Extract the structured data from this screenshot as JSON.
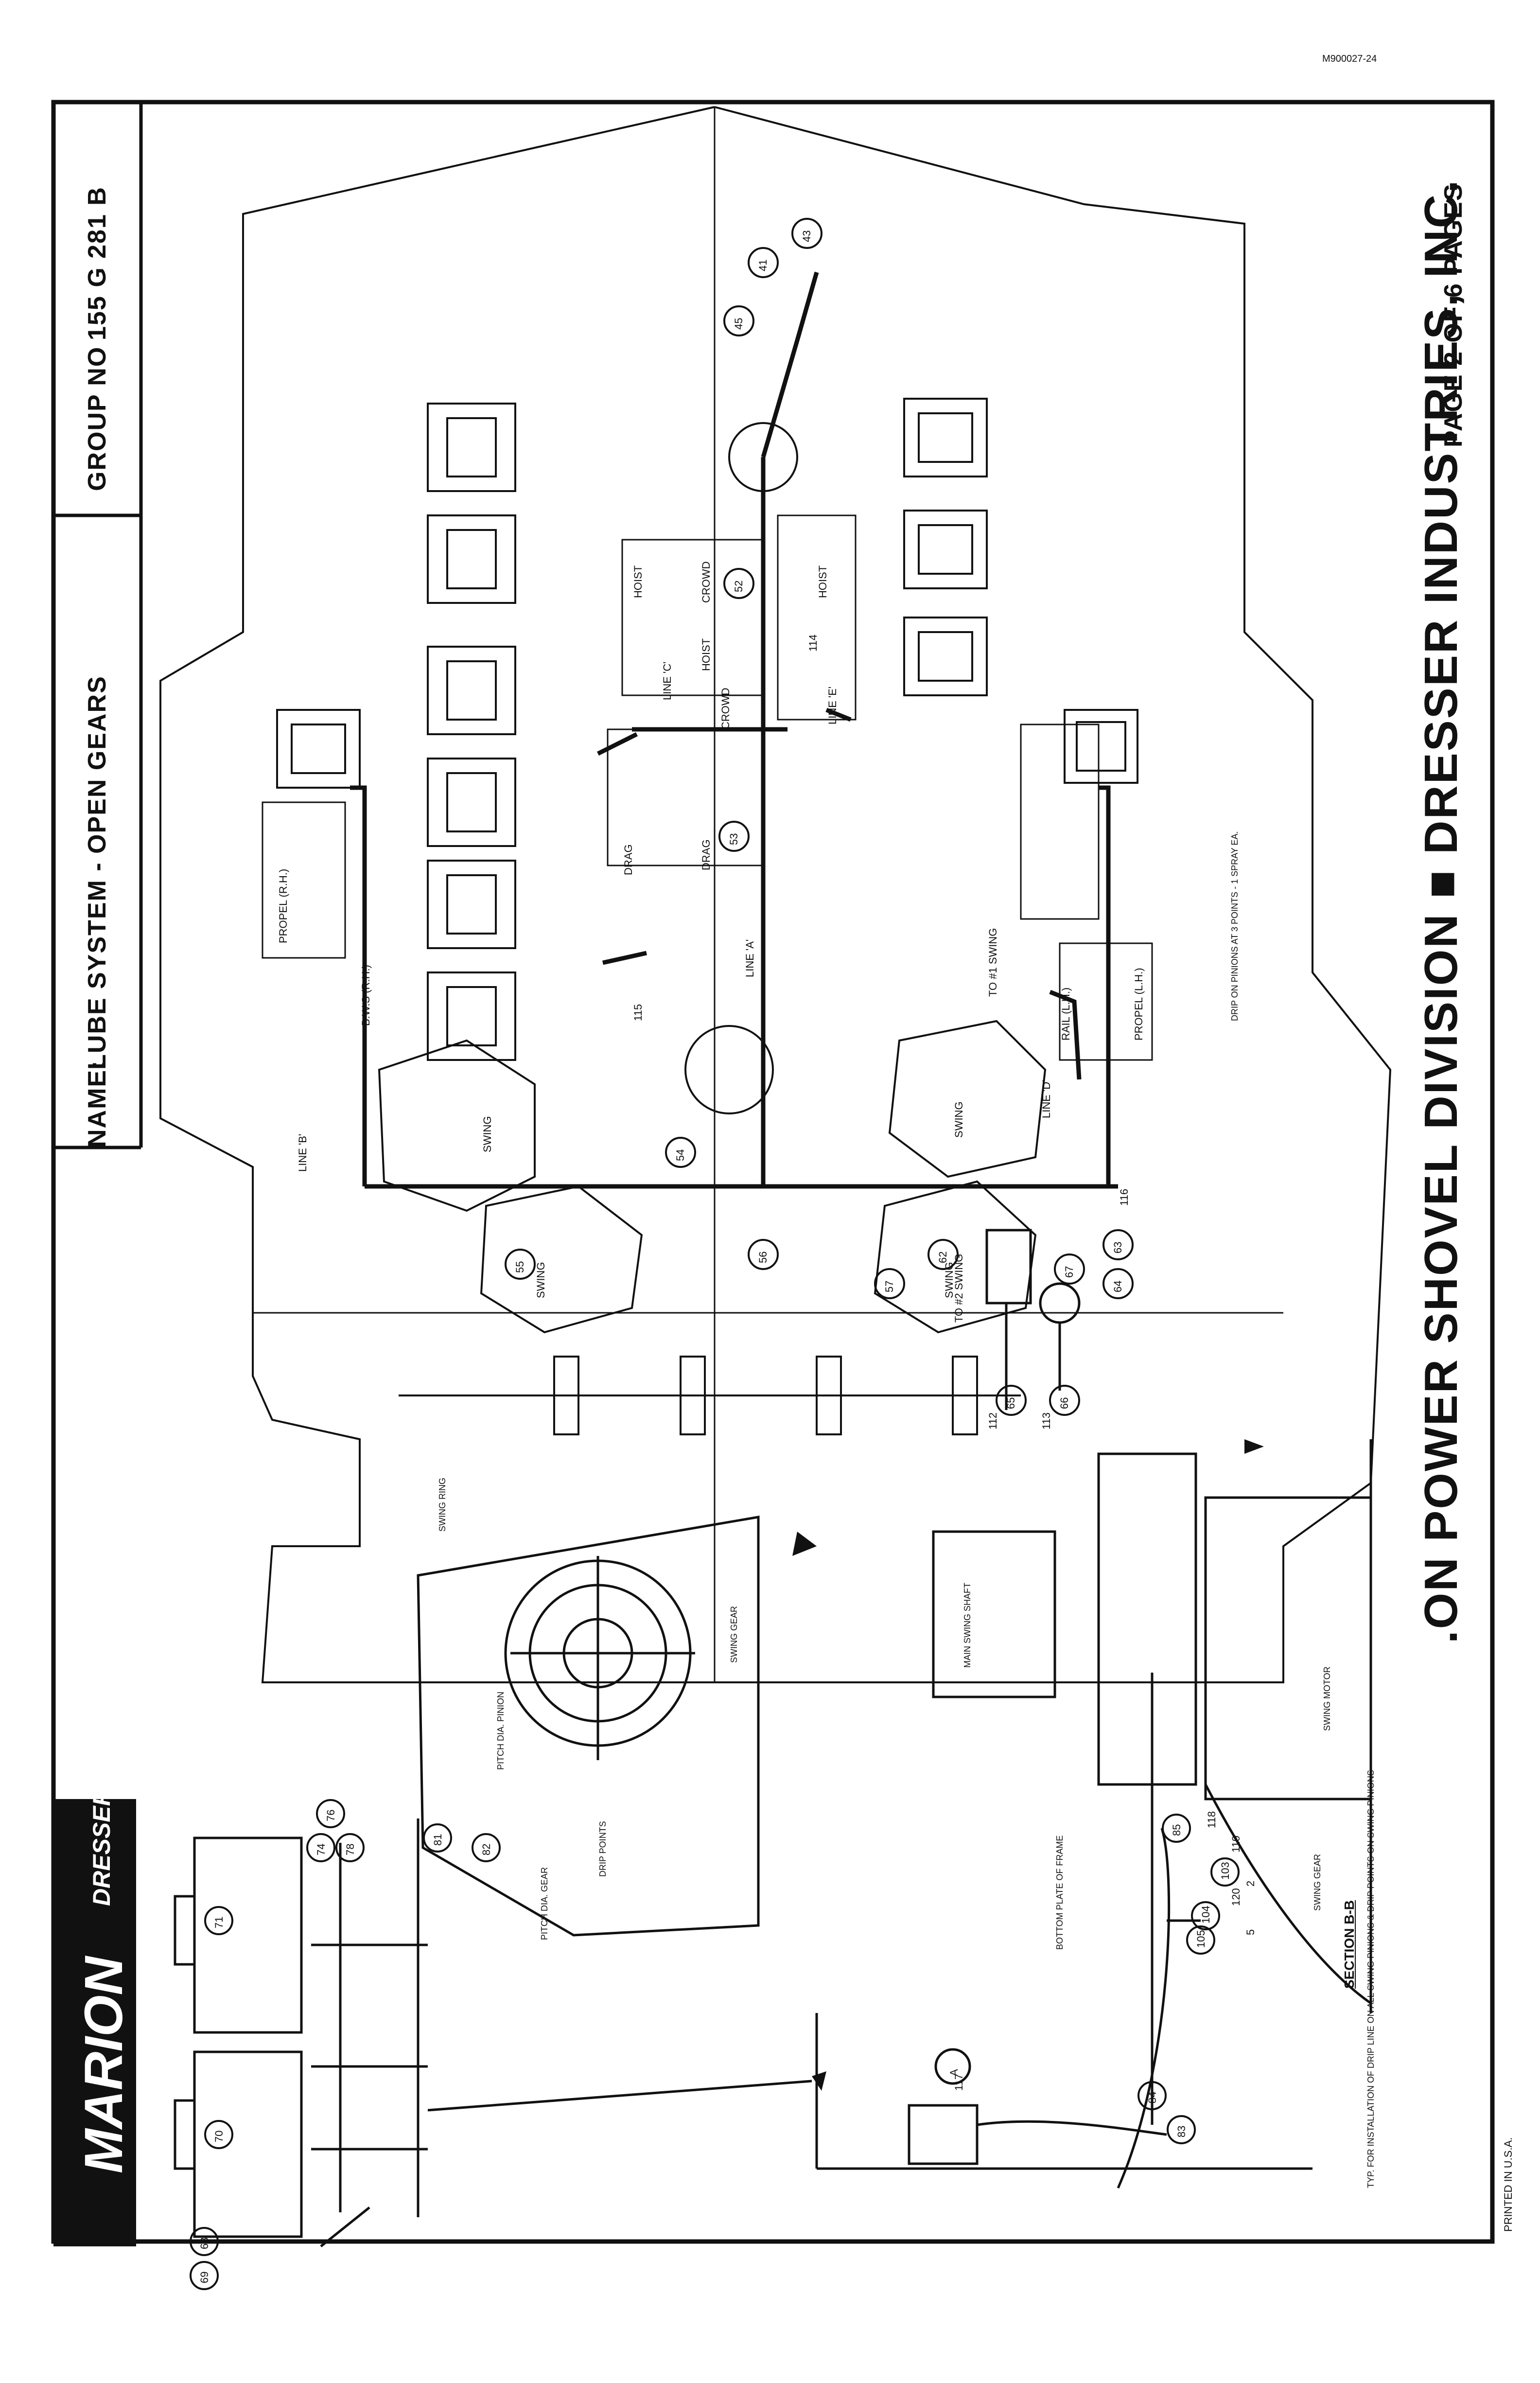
{
  "doc_code": "M900027-24",
  "title_block": {
    "name_label": "NAME:",
    "name_value": "LUBE SYSTEM - OPEN GEARS",
    "group_label": "GROUP NO",
    "group_value": "155 G 281 B"
  },
  "page_info": "PAGE 2 OF 6 PAGES",
  "footer": ".ON POWER SHOVEL DIVISION ■ DRESSER INDUSTRIES, INC.",
  "printed": "PRINTED IN U.S.A.",
  "logo": {
    "primary": "MARION",
    "secondary": "DRESSER"
  },
  "section": {
    "title": "SECTION B-B",
    "subtitle": "TYP. FOR INSTALLATION OF DRIP LINE ON ALL SWING PINIONS & DRIP POINTS ON SWING PINIONS",
    "bottom_plate": "BOTTOM PLATE OF FRAME",
    "swing_gear": "SWING GEAR",
    "swing_motor": "SWING MOTOR",
    "main_swing_shaft": "MAIN SWING SHAFT"
  },
  "pinion": {
    "pitch_pinion": "PITCH DIA. PINION",
    "pitch_gear": "PITCH DIA. GEAR",
    "swing_gear": "SWING GEAR",
    "drip_points": "DRIP POINTS",
    "ring_label": "SWING RING"
  },
  "callouts": [
    "41",
    "43",
    "45",
    "52",
    "53",
    "54",
    "55",
    "56",
    "57",
    "62",
    "63",
    "64",
    "65",
    "66",
    "67",
    "68",
    "69",
    "70",
    "71",
    "74",
    "76",
    "78",
    "81",
    "82",
    "83",
    "84",
    "85",
    "103",
    "104",
    "105",
    "112",
    "113",
    "114",
    "115",
    "116",
    "117",
    "118",
    "119",
    "120",
    "2",
    "5",
    "A"
  ],
  "lines": [
    "LINE 'A'",
    "LINE 'B'",
    "LINE 'C'",
    "LINE 'D'",
    "LINE 'E'"
  ],
  "machinery": [
    "HOIST",
    "HOIST",
    "HOIST",
    "CROWD",
    "CROWD",
    "DRAG",
    "DRAG",
    "PROPEL (R.H.)",
    "PROPEL (L.H.)",
    "SWING",
    "SWING",
    "SWING",
    "SWING",
    "RAIL (L.H.)",
    "B.W.S (R.H.)",
    "TO #1 SWING",
    "TO #2 SWING",
    "DRIP ON PINIONS AT 3 POINTS - 1 SPRAY EA."
  ]
}
